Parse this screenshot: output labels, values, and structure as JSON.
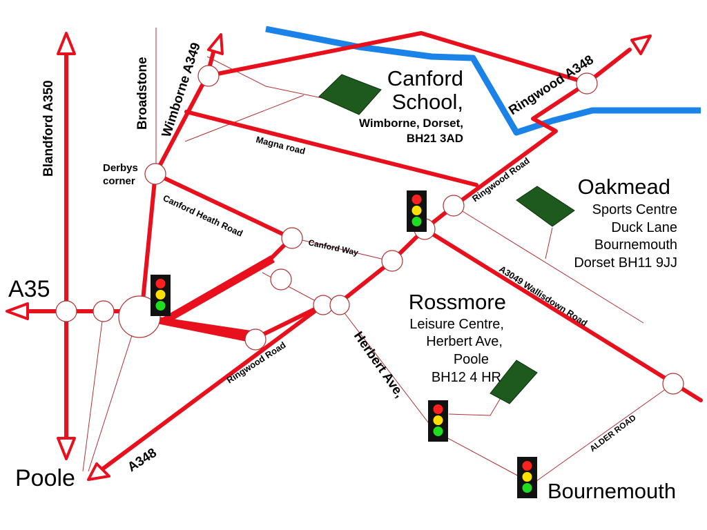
{
  "places": {
    "poole": "Poole",
    "bournemouth": "Bournemouth",
    "a35": "A35",
    "broadstone": "Broadstone",
    "derbys_corner_line1": "Derbys",
    "derbys_corner_line2": "corner"
  },
  "roads": {
    "blandford": "Blandford A350",
    "wimborne": "Wimborne A349",
    "ringwood_a348_ne": "Ringwood A348",
    "magna": "Magna road",
    "ringwood_road_ne": "Ringwood Road",
    "canford_heath": "Canford Heath Road",
    "canford_way": "Canford Way",
    "wallisdown": "A3049  Wallisdown Road",
    "ringwood_road_sw": "Ringwood Road",
    "herbert_ave": "Herbert Ave,",
    "a348_sw": "A348",
    "alder_road": "ALDER ROAD"
  },
  "venues": {
    "canford": {
      "name_line1": "Canford",
      "name_line2": "School,",
      "address": [
        "Wimborne, Dorset,",
        "BH21 3AD"
      ]
    },
    "oakmead": {
      "name": "Oakmead",
      "address": [
        "Sports Centre",
        "Duck Lane",
        "Bournemouth",
        "Dorset BH11 9JJ"
      ]
    },
    "rossmore": {
      "name": "Rossmore",
      "address": [
        "Leisure Centre,",
        "Herbert Ave,",
        "Poole",
        "BH12 4 HR"
      ]
    }
  },
  "colors": {
    "road": "#e8101c",
    "river": "#1b82e8",
    "building": "#1e5a1e",
    "signal_red": "#ff2020",
    "signal_amber": "#ffe000",
    "signal_green": "#20dd20",
    "thin_line": "#b03030"
  }
}
